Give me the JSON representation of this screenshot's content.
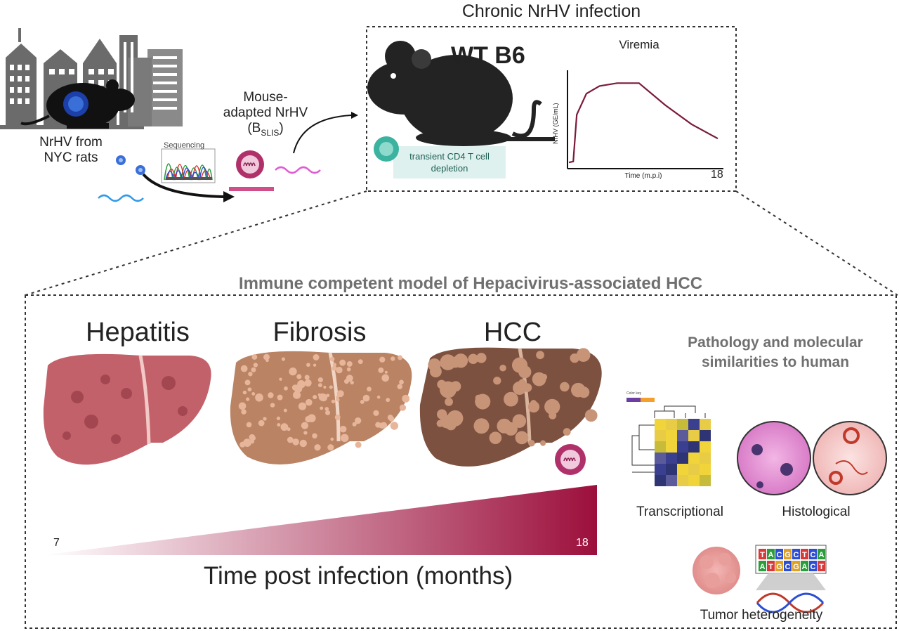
{
  "top": {
    "source_label_line1": "NrHV from",
    "source_label_line2": "NYC rats",
    "sequencing_label": "Sequencing",
    "adapted_line1": "Mouse-",
    "adapted_line2": "adapted NrHV",
    "adapted_strain": "(B",
    "adapted_strain_sub": "SLIS",
    "adapted_strain_end": ")",
    "box_title": "Chronic NrHV infection",
    "mouse_label": "WT B6",
    "depletion_line1": "transient CD4 T cell",
    "depletion_line2": "depletion"
  },
  "viremia": {
    "title": "Viremia",
    "ylabel": "NrHV (GE/mL)",
    "xlabel": "Time (m.p.i)",
    "x_end_label": "18",
    "line_color": "#7a1a3a"
  },
  "chart_data": {
    "type": "line",
    "title": "Viremia",
    "xlabel": "Time (m.p.i)",
    "ylabel": "NrHV (GE/mL)",
    "x_tick_labels": [
      "18"
    ],
    "series": [
      {
        "x": [
          0,
          0.5,
          0.9,
          2.0,
          3.5,
          5.5,
          8.0,
          11.0,
          14.0,
          17.0
        ],
        "y": [
          0.05,
          0.06,
          0.55,
          0.77,
          0.85,
          0.88,
          0.88,
          0.65,
          0.45,
          0.3
        ]
      }
    ]
  },
  "bottom": {
    "section_title": "Immune competent model of Hepacivirus-associated HCC",
    "stage1": "Hepatitis",
    "stage2": "Fibrosis",
    "stage3": "HCC",
    "time_start": "7",
    "time_end": "18",
    "time_label": "Time post infection (months)",
    "gradient_color": "#9c0f3c",
    "similarity_line1": "Pathology and molecular",
    "similarity_line2": "similarities to human",
    "color_key_label": "Color key",
    "transcriptional": "Transcriptional",
    "histological": "Histological",
    "tumor": "Tumor heterogeneity",
    "dna_row1": "TACGCTCA",
    "dna_row2": "ATGCGACT"
  },
  "colors": {
    "building": "#6b6b6b",
    "virus_blue": "#3a6fd8",
    "virus_pink": "#b0306a",
    "teal": "#3bb3a0",
    "liver_hepatitis": "#c2616a",
    "liver_fibrosis": "#b98364",
    "liver_hcc": "#7d5140"
  }
}
